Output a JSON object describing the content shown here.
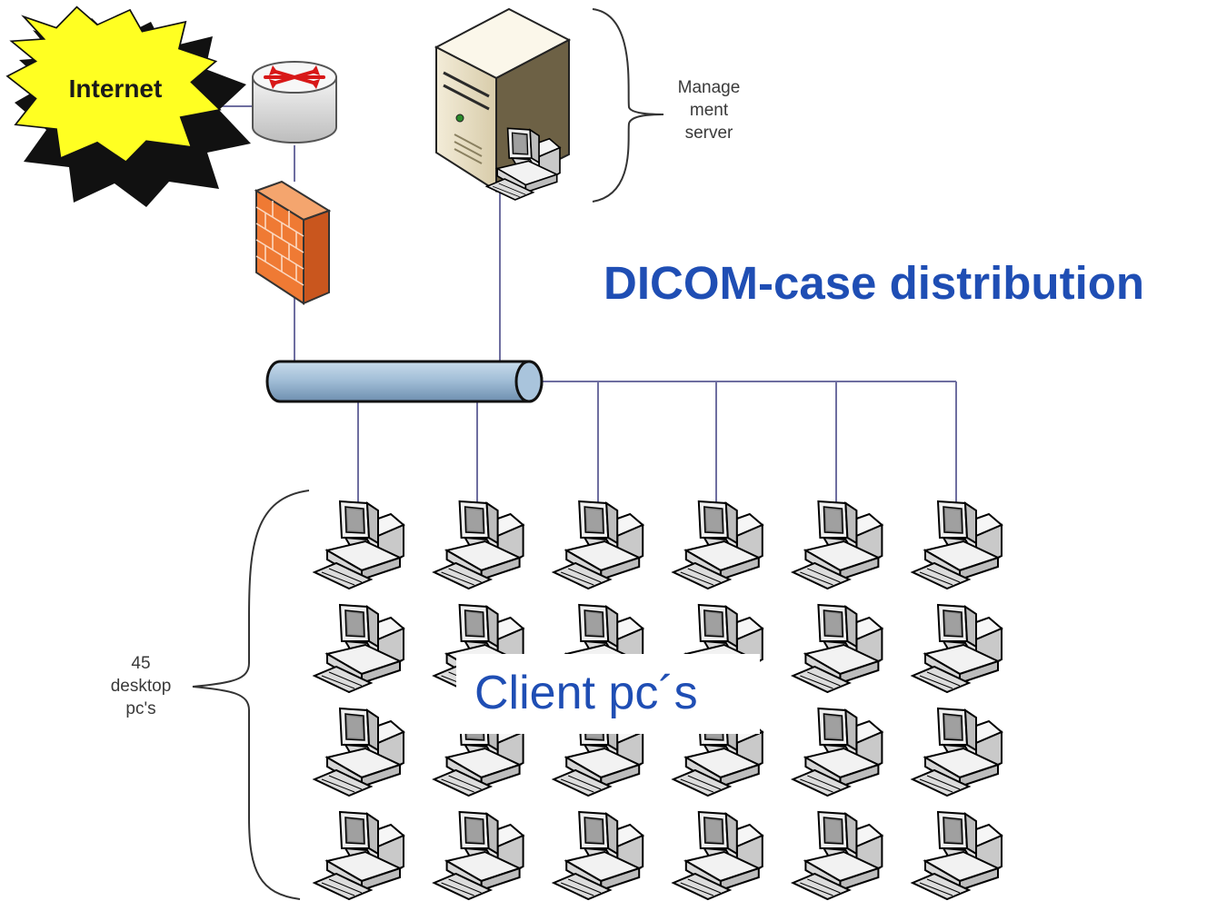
{
  "internet_label": "Internet",
  "management_server_label": [
    "Manage",
    "ment",
    "server"
  ],
  "title": "DICOM-case distribution",
  "client_label": "Client pc´s",
  "desktop_count_label": [
    "45",
    "desktop",
    "pc's"
  ],
  "colors": {
    "title_blue": "#1f4eb4",
    "internet_burst": "#ffff22",
    "firewall": "#f07830",
    "network_bus": "#a8c4dc",
    "connection_line": "#6e6ea0"
  },
  "icons": {
    "cloud": "internet-burst-icon",
    "router": "router-icon",
    "firewall": "firewall-icon",
    "server": "server-tower-icon",
    "bus": "network-bus-icon",
    "client": "desktop-pc-icon"
  },
  "client_grid": {
    "rows": 4,
    "columns": 6
  }
}
